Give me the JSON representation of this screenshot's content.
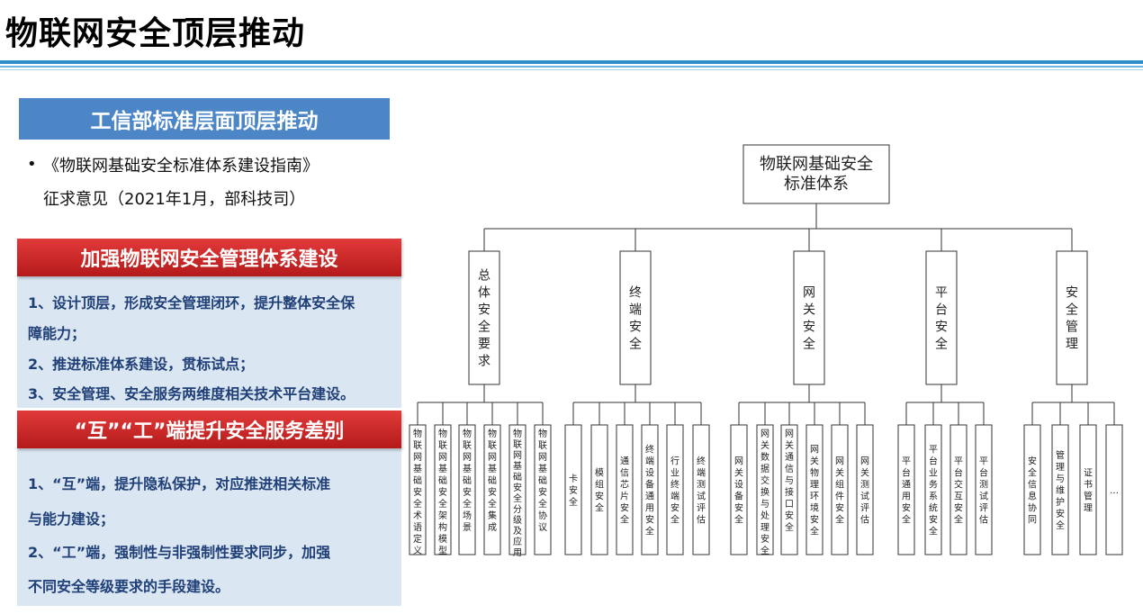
{
  "page_title": "物联网安全顶层推动",
  "left": {
    "section1": {
      "header": "工信部标准层面顶层推动",
      "bullet_mark": "•",
      "line1": "《物联网基础安全标准体系建设指南》",
      "line2": "征求意见（2021年1月，部科技司）"
    },
    "section2": {
      "header": "加强物联网安全管理体系建设",
      "lines": [
        "1、设计顶层，形成安全管理闭环，提升整体安全保",
        "障能力；",
        "2、推进标准体系建设，贯标试点；",
        "3、安全管理、安全服务两维度相关技术平台建设。"
      ]
    },
    "section3": {
      "header": "“互”“工”端提升安全服务差别",
      "lines": [
        "1、“互”端，提升隐私保护，对应推进相关标准",
        "与能力建设；",
        "2、“工”端，强制性与非强制性要求同步，加强",
        "不同安全等级要求的手段建设。"
      ]
    }
  },
  "diagram": {
    "root": [
      "物联网基础安全",
      "标准体系"
    ],
    "categories": [
      {
        "name": "总体安全要求",
        "children": [
          "物联网基础安全术语定义",
          "物联网基础安全架构模型",
          "物联网基础安全场景",
          "物联网基础安全集成",
          "物联网基础安全分级及应用",
          "物联网基础安全协议"
        ]
      },
      {
        "name": "终端安全",
        "children": [
          "卡安全",
          "模组安全",
          "通信芯片安全",
          "终端设备通用安全",
          "行业终端安全",
          "终端测试评估"
        ]
      },
      {
        "name": "网关安全",
        "children": [
          "网关设备安全",
          "网关数据交换与处理安全",
          "网关通信与接口安全",
          "网关物理环境安全",
          "网关组件安全",
          "网关测试评估"
        ]
      },
      {
        "name": "平台安全",
        "children": [
          "平台通用安全",
          "平台业务系统安全",
          "平台交互安全",
          "平台测试评估"
        ]
      },
      {
        "name": "安全管理",
        "children": [
          "安全信息协同",
          "管理与维护安全",
          "证书管理",
          "…"
        ]
      }
    ]
  }
}
